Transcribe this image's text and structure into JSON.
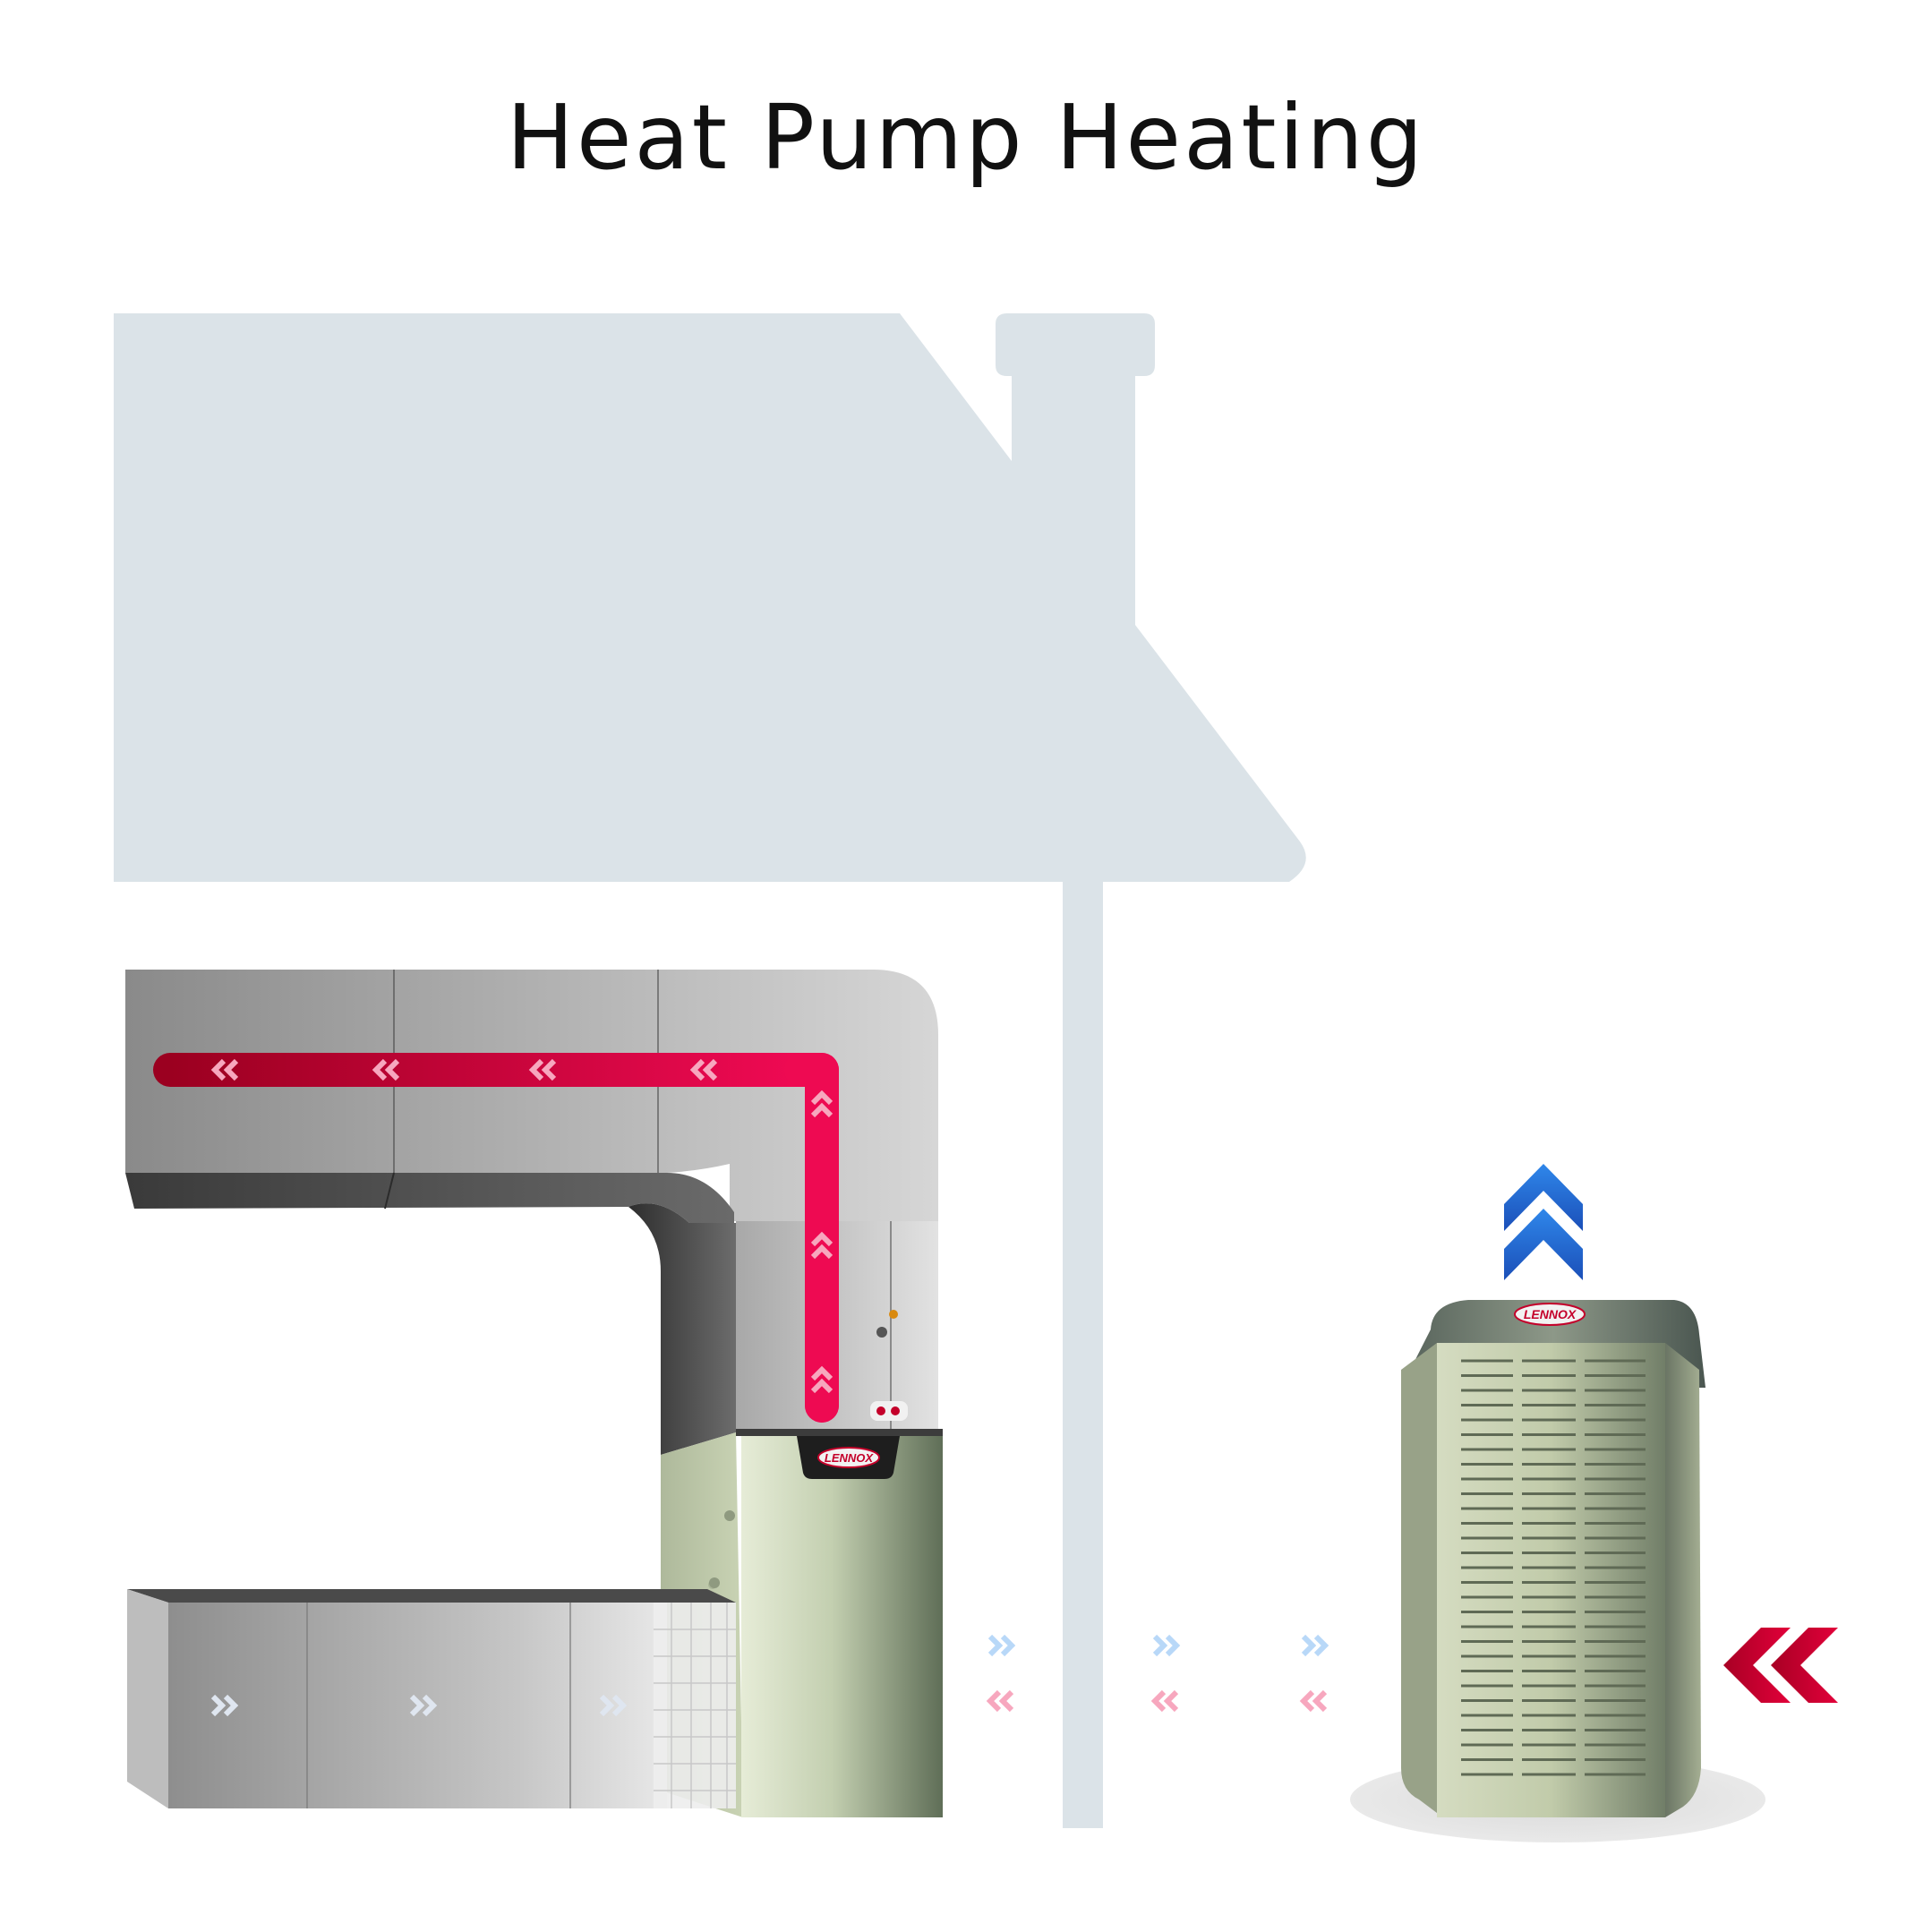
{
  "title": "Heat Pump Heating",
  "brand": {
    "indoor_logo": "LENNOX",
    "outdoor_logo": "LENNOX"
  },
  "colors": {
    "house_silhouette": "#dbe3e8",
    "warm_air": "#e8004f",
    "warm_air_dark": "#9b0020",
    "cool_air": "#1d4fb5",
    "cool_air_light": "#6fb3ef",
    "outdoor_heat_arrow": "#c40027",
    "outdoor_exhaust_arrow": "#1a5fd0",
    "duct_gray": "#9a9a9a",
    "unit_green": "#c9d3b4"
  },
  "flows": {
    "supply_duct": {
      "direction": "up-then-left",
      "temperature": "warm"
    },
    "return_duct": {
      "direction": "right",
      "temperature": "cool"
    },
    "refrigerant_to_indoor": {
      "direction": "left",
      "temperature": "warm"
    },
    "refrigerant_to_outdoor": {
      "direction": "right",
      "temperature": "cool"
    },
    "outdoor_air_in": {
      "direction": "left",
      "temperature": "warm"
    },
    "outdoor_air_out": {
      "direction": "up",
      "temperature": "cool"
    }
  }
}
